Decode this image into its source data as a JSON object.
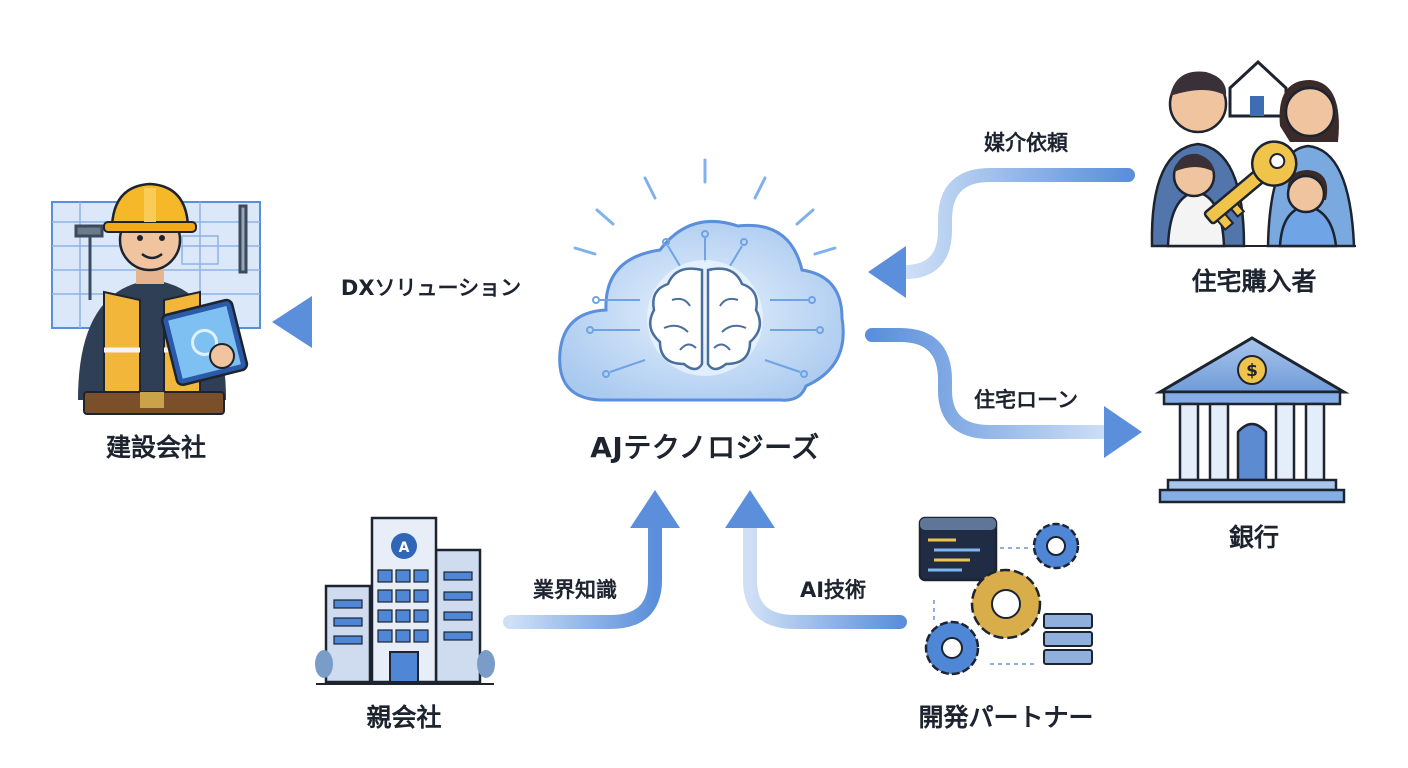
{
  "center": {
    "label": "AJテクノロジーズ"
  },
  "nodes": {
    "construction": {
      "label": "建設会社"
    },
    "buyer": {
      "label": "住宅購入者"
    },
    "bank": {
      "label": "銀行"
    },
    "parent": {
      "label": "親会社"
    },
    "partner": {
      "label": "開発パートナー"
    }
  },
  "flows": {
    "dx": {
      "label": "DXソリューション"
    },
    "brokerage": {
      "label": "媒介依頼"
    },
    "loan": {
      "label": "住宅ローン"
    },
    "knowledge": {
      "label": "業界知識"
    },
    "ai": {
      "label": "AI技術"
    }
  },
  "colors": {
    "arrow": "#5b8fdb",
    "cloud": "#bcd6f5",
    "ink": "#1d2430"
  }
}
